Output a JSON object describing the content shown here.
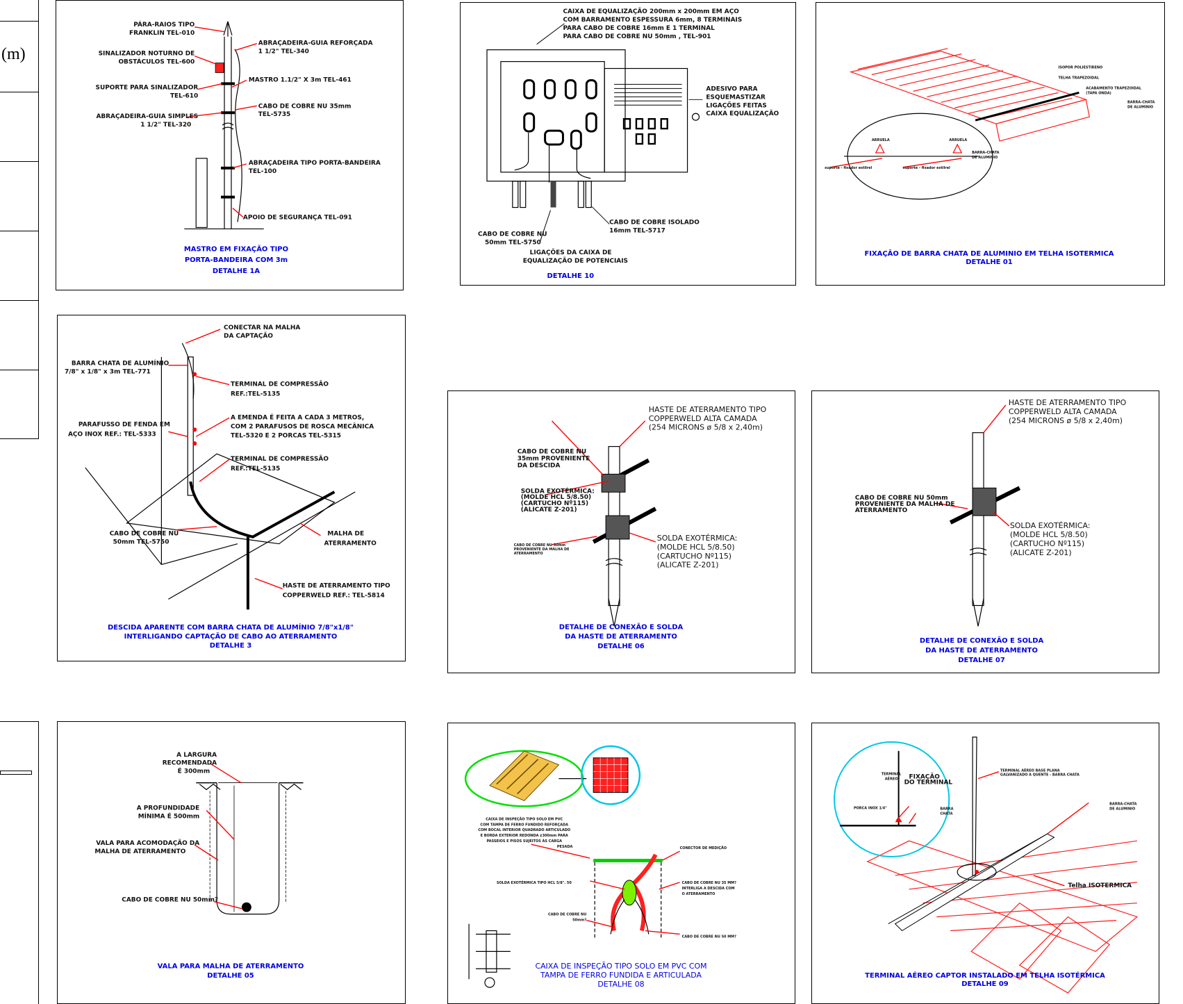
{
  "colors": {
    "caption": "#0000e0",
    "leader": "#ff0000",
    "line": "#000000",
    "roof": "#ff1a1a",
    "circle": "#00c8e6"
  },
  "left_table": {
    "unit_label": "(m)"
  },
  "panel_1a": {
    "labels": [
      "PÁRA-RAIOS TIPO",
      "FRANKLIN TEL-010",
      "SINALIZADOR NOTURNO DE",
      "OBSTÁCULOS TEL-600",
      "SUPORTE PARA SINALIZADOR",
      "TEL-610",
      "ABRAÇADEIRA-GUIA SIMPLES",
      "1 1/2\"  TEL-320",
      "ABRAÇADEIRA-GUIA REFORÇADA",
      "1 1/2\"  TEL-340",
      "MASTRO 1.1/2\" X 3m TEL-461",
      "CABO DE COBRE NU 35mm",
      "TEL-5735",
      "ABRAÇADEIRA TIPO PORTA-BANDEIRA",
      "TEL-100",
      "APOIO DE SEGURANÇA TEL-091"
    ],
    "caption": [
      "MASTRO EM FIXAÇÃO TIPO",
      "PORTA-BANDEIRA COM 3m",
      "DETALHE 1A"
    ]
  },
  "panel_10": {
    "labels": [
      "CAIXA DE EQUALIZAÇÃO 200mm x 200mm EM AÇO",
      "COM BARRAMENTO ESPESSURA 6mm, 8 TERMINAIS",
      "PARA CABO DE COBRE 16mm  E 1 TERMINAL",
      "PARA CABO DE COBRE NU 50mm , TEL-901",
      "ADESIVO PARA",
      "ESQUEMASTIZAR",
      "LIGAÇÕES FEITAS",
      "CAIXA EQUALIZAÇÃO",
      "CABO DE COBRE ISOLADO",
      "16mm  TEL-5717",
      "CABO DE COBRE NU",
      "50mm  TEL-5750",
      "LIGAÇÕES DA CAIXA DE",
      "EQUALIZAÇÃO DE POTENCIAIS"
    ],
    "caption": [
      "DETALHE 10"
    ]
  },
  "panel_01": {
    "labels": [
      "ISOPOR POLIESTIRENO",
      "TELHA TRAPEZOIDAL",
      "ACABAMENTO TRAPEZOIDAL",
      "(TAPA ONDA)",
      "BARRA-CHATA",
      "DE ALUMINIO",
      "ARRUELA",
      "ARRUELA",
      "BARRA-CHATA",
      "DE ALUMINIO",
      "suporte - fixador estilrel",
      "suporte - fixador estilrel"
    ],
    "caption": [
      "FIXAÇÃO DE BARRA CHATA DE ALUMINIO EM TELHA ISOTERMICA",
      "DETALHE 01"
    ]
  },
  "panel_3": {
    "labels": [
      "CONECTAR NA MALHA",
      "DA CAPTAÇÃO",
      "BARRA CHATA DE ALUMÍNIO",
      "7/8\" x 1/8\" x 3m TEL-771",
      "TERMINAL DE COMPRESSÃO",
      "REF.:TEL-5135",
      "A EMENDA É FEITA A CADA 3 METROS,",
      "COM 2 PARAFUSOS DE ROSCA MECÂNICA",
      "TEL-5320 E 2 PORCAS TEL-5315",
      "PARAFUSSO DE FENDA EM",
      "AÇO INOX REF.: TEL-5333",
      "TERMINAL DE COMPRESSÃO",
      "REF.:TEL-5135",
      "CABO DE COBRE NU",
      "50mm TEL-5750",
      "MALHA DE",
      "ATERRAMENTO",
      "HASTE DE ATERRAMENTO TIPO",
      "COPPERWELD REF.: TEL-5814"
    ],
    "caption": [
      "DESCIDA APARENTE COM BARRA CHATA DE ALUMÍNIO 7/8\"x1/8\"",
      "INTERLIGANDO CAPTAÇÃO DE CABO AO ATERRAMENTO",
      "DETALHE 3"
    ]
  },
  "panel_06": {
    "labels": [
      "HASTE DE ATERRAMENTO TIPO",
      "COPPERWELD ALTA CAMADA",
      "(254 MICRONS ø 5/8 x 2,40m)",
      "CABO DE COBRE NU",
      "35mm PROVENIENTE",
      "DA DESCIDA",
      "SOLDA EXOTÉRMICA:",
      "(MOLDE HCL 5/8.50)",
      "(CARTUCHO Nº115)",
      "(ALICATE Z-201)",
      "CABO DE COBRE NU 50mm",
      "PROVENIENTE DA MALHA DE",
      "ATERRAMENTO",
      "SOLDA EXOTÉRMICA:",
      "(MOLDE HCL 5/8.50)",
      "(CARTUCHO Nº115)",
      "(ALICATE Z-201)"
    ],
    "caption": [
      "DETALHE DE CONEXÃO E SOLDA",
      "DA HASTE DE ATERRAMENTO",
      "DETALHE 06"
    ]
  },
  "panel_07": {
    "labels": [
      "HASTE DE ATERRAMENTO TIPO",
      "COPPERWELD ALTA CAMADA",
      "(254 MICRONS ø 5/8 x 2,40m)",
      "CABO DE COBRE NU 50mm",
      "PROVENIENTE DA MALHA DE",
      "ATERRAMENTO",
      "SOLDA EXOTÉRMICA:",
      "(MOLDE HCL 5/8.50)",
      "(CARTUCHO Nº115)",
      "(ALICATE Z-201)"
    ],
    "caption": [
      "DETALHE DE CONEXÃO E SOLDA",
      "DA HASTE DE ATERRAMENTO",
      "DETALHE 07"
    ]
  },
  "panel_05": {
    "labels": [
      "A LARGURA",
      "RECOMENDADA",
      "É 300mm",
      "A PROFUNDIDADE",
      "MÍNIMA É 500mm",
      "VALA PARA ACOMODAÇÃO DA",
      "MALHA DE ATERRAMENTO",
      "CABO DE COBRE NU 50mm?"
    ],
    "caption": [
      "VALA PARA MALHA DE ATERRAMENTO",
      "DETALHE 05"
    ]
  },
  "panel_08": {
    "labels": [
      "CAIXA DE INSPEÇÃO TIPO SOLO EM PVC",
      "COM TAMPA DE FERRO FUNDIDO REFORÇADA",
      "COM BOCAL INTERIOR QUADRADO ARTICULADO",
      "E BORDA EXTERIOR REDONDA ¢300mm PARA",
      "PASSEIOS E PISOS SUJEITOS ÀS CARGA",
      "PESADA",
      "CONECTOR DE MEDIÇÃO",
      "SOLDA EXOTÉRMICA TIPO HCL 5/8\". 50",
      "CABO DE COBRE NU 35 MM?",
      "INTERLIGA A DESCIDA COM",
      "O ATERRAMENTO",
      "CABO DE COBRE NU",
      "50mm?",
      "CABO DE COBRE NU 50 MM?"
    ],
    "caption": [
      "CAIXA DE INSPEÇÃO TIPO SOLO EM PVC COM",
      "TAMPA DE FERRO FUNDIDA E ARTICULADA",
      "DETALHE 08"
    ]
  },
  "panel_09": {
    "labels": [
      "TERMINAL",
      "AÉREO",
      "FIXAÇÃO",
      "DO TERMINAL",
      "PORCA INOX 1/4\"",
      "BARRA",
      "CHATA",
      "TERMINAL AÉREO BASE PLANA",
      "GALVANIZADO A QUENTE - BARRA CHATA",
      "BARRA-CHATA",
      "DE ALUMINIO",
      "Telha ISOTERMICA"
    ],
    "caption": [
      "TERMINAL AÉREO CAPTOR INSTALADO EM TELHA ISOTÉRMICA",
      "DETALHE 09"
    ]
  }
}
